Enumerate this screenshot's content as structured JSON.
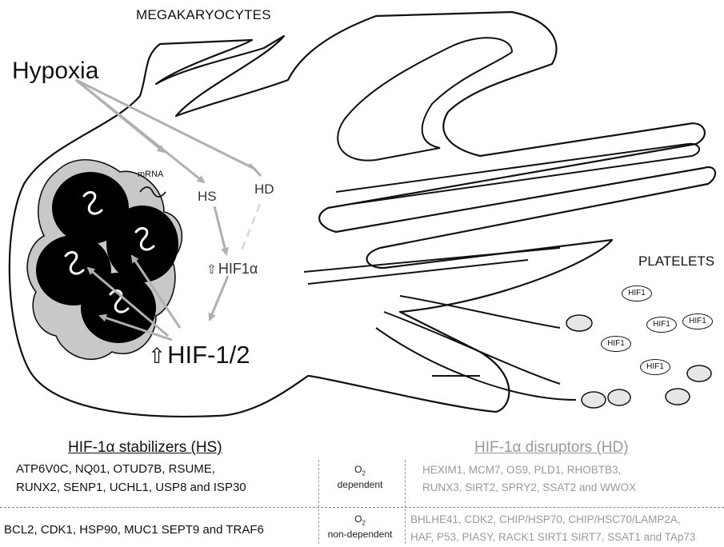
{
  "labels": {
    "megakaryocytes": "MEGAKARYOCYTES",
    "hypoxia": "Hypoxia",
    "mrna": "mRNA",
    "hs": "HS",
    "hd": "HD",
    "hif1a": "HIF1α",
    "hif12": "HIF-1/2",
    "platelets": "PLATELETS",
    "up_arrow": "⇧"
  },
  "platelet_ovals": [
    "HIF1",
    "HIF1",
    "HIF1",
    "HIF1",
    "HIF1"
  ],
  "table": {
    "stabilizers_title": "HIF-1α stabilizers (HS)",
    "disruptors_title": "HIF-1α disruptors (HD)",
    "o2": "O",
    "o2_sub": "2",
    "rows": [
      {
        "stabilizers_line1": "ATP6V0C, NQ01, OTUD7B, RSUME,",
        "stabilizers_line2": "RUNX2, SENP1, UCHL1, USP8 and ISP30",
        "condition": "dependent",
        "disruptors_line1": "HEXIM1, MCM7, OS9, PLD1, RHOBTB3,",
        "disruptors_line2": "RUNX3, SIRT2, SPRY2, SSAT2 and WWOX"
      },
      {
        "stabilizers_line1": "BCL2, CDK1, HSP90, MUC1 SEPT9 and TRAF6",
        "condition": "non-dependent",
        "disruptors_line1": "BHLHE41, CDK2, CHIP/HSP70, CHIP/HSC70/LAMP2A,",
        "disruptors_line2": "HAF, P53, PIASY, RACK1 SIRT1 SIRT7, SSAT1 and TAp73"
      }
    ]
  },
  "colors": {
    "outline": "#111111",
    "cytoplasm_gray": "#c8c8c8",
    "arrow_gray": "#b0b0b0",
    "disruptor_text": "#9a9a9a",
    "platelet_fill": "#e6e6e6"
  }
}
